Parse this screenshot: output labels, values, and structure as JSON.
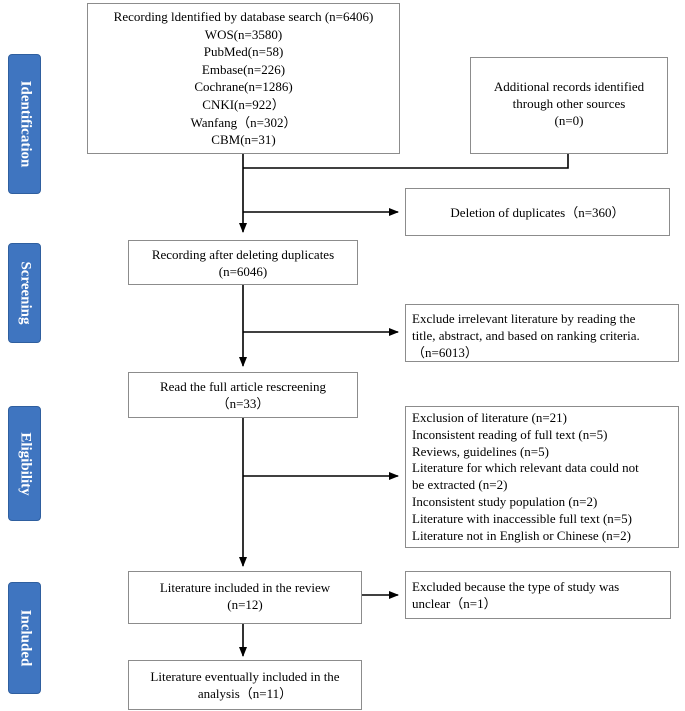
{
  "phases": {
    "identification": "Identification",
    "screening": "Screening",
    "eligibility": "Eligibility",
    "included": "Included"
  },
  "db_search": {
    "lines": [
      "Recording ldentified by database search (n=6406)",
      "WOS(n=3580)",
      "PubMed(n=58)",
      "Embase(n=226)",
      "Cochrane(n=1286)",
      "CNKI(n=922）",
      "Wanfang（n=302）",
      "CBM(n=31)"
    ]
  },
  "other_sources": {
    "lines": [
      "Additional records identified",
      "through other sources",
      "(n=0)"
    ]
  },
  "duplicates_removed": {
    "text": "Deletion of duplicates（n=360）"
  },
  "after_dedup": {
    "lines": [
      "Recording after deleting duplicates",
      "(n=6046)"
    ]
  },
  "excluded_screening": {
    "lines": [
      "Exclude irrelevant literature by reading the",
      "title, abstract, and based on ranking criteria.",
      "（n=6013）"
    ]
  },
  "full_text": {
    "lines": [
      "Read the full article rescreening",
      "（n=33）"
    ]
  },
  "excluded_fulltext": {
    "lines": [
      "Exclusion of literature (n=21)",
      "Inconsistent reading of full text (n=5)",
      "Reviews, guidelines (n=5)",
      "Literature for which relevant data could not",
      "be extracted (n=2)",
      "Inconsistent study population (n=2)",
      "Literature with inaccessible full text (n=5)",
      "Literature not in English or Chinese (n=2)"
    ]
  },
  "included_review": {
    "lines": [
      "Literature included in the review",
      "(n=12)"
    ]
  },
  "excluded_unclear": {
    "lines": [
      "Excluded because the type of study was",
      "unclear（n=1）"
    ]
  },
  "final_included": {
    "lines": [
      "Literature eventually included in the",
      "analysis（n=11）"
    ]
  }
}
